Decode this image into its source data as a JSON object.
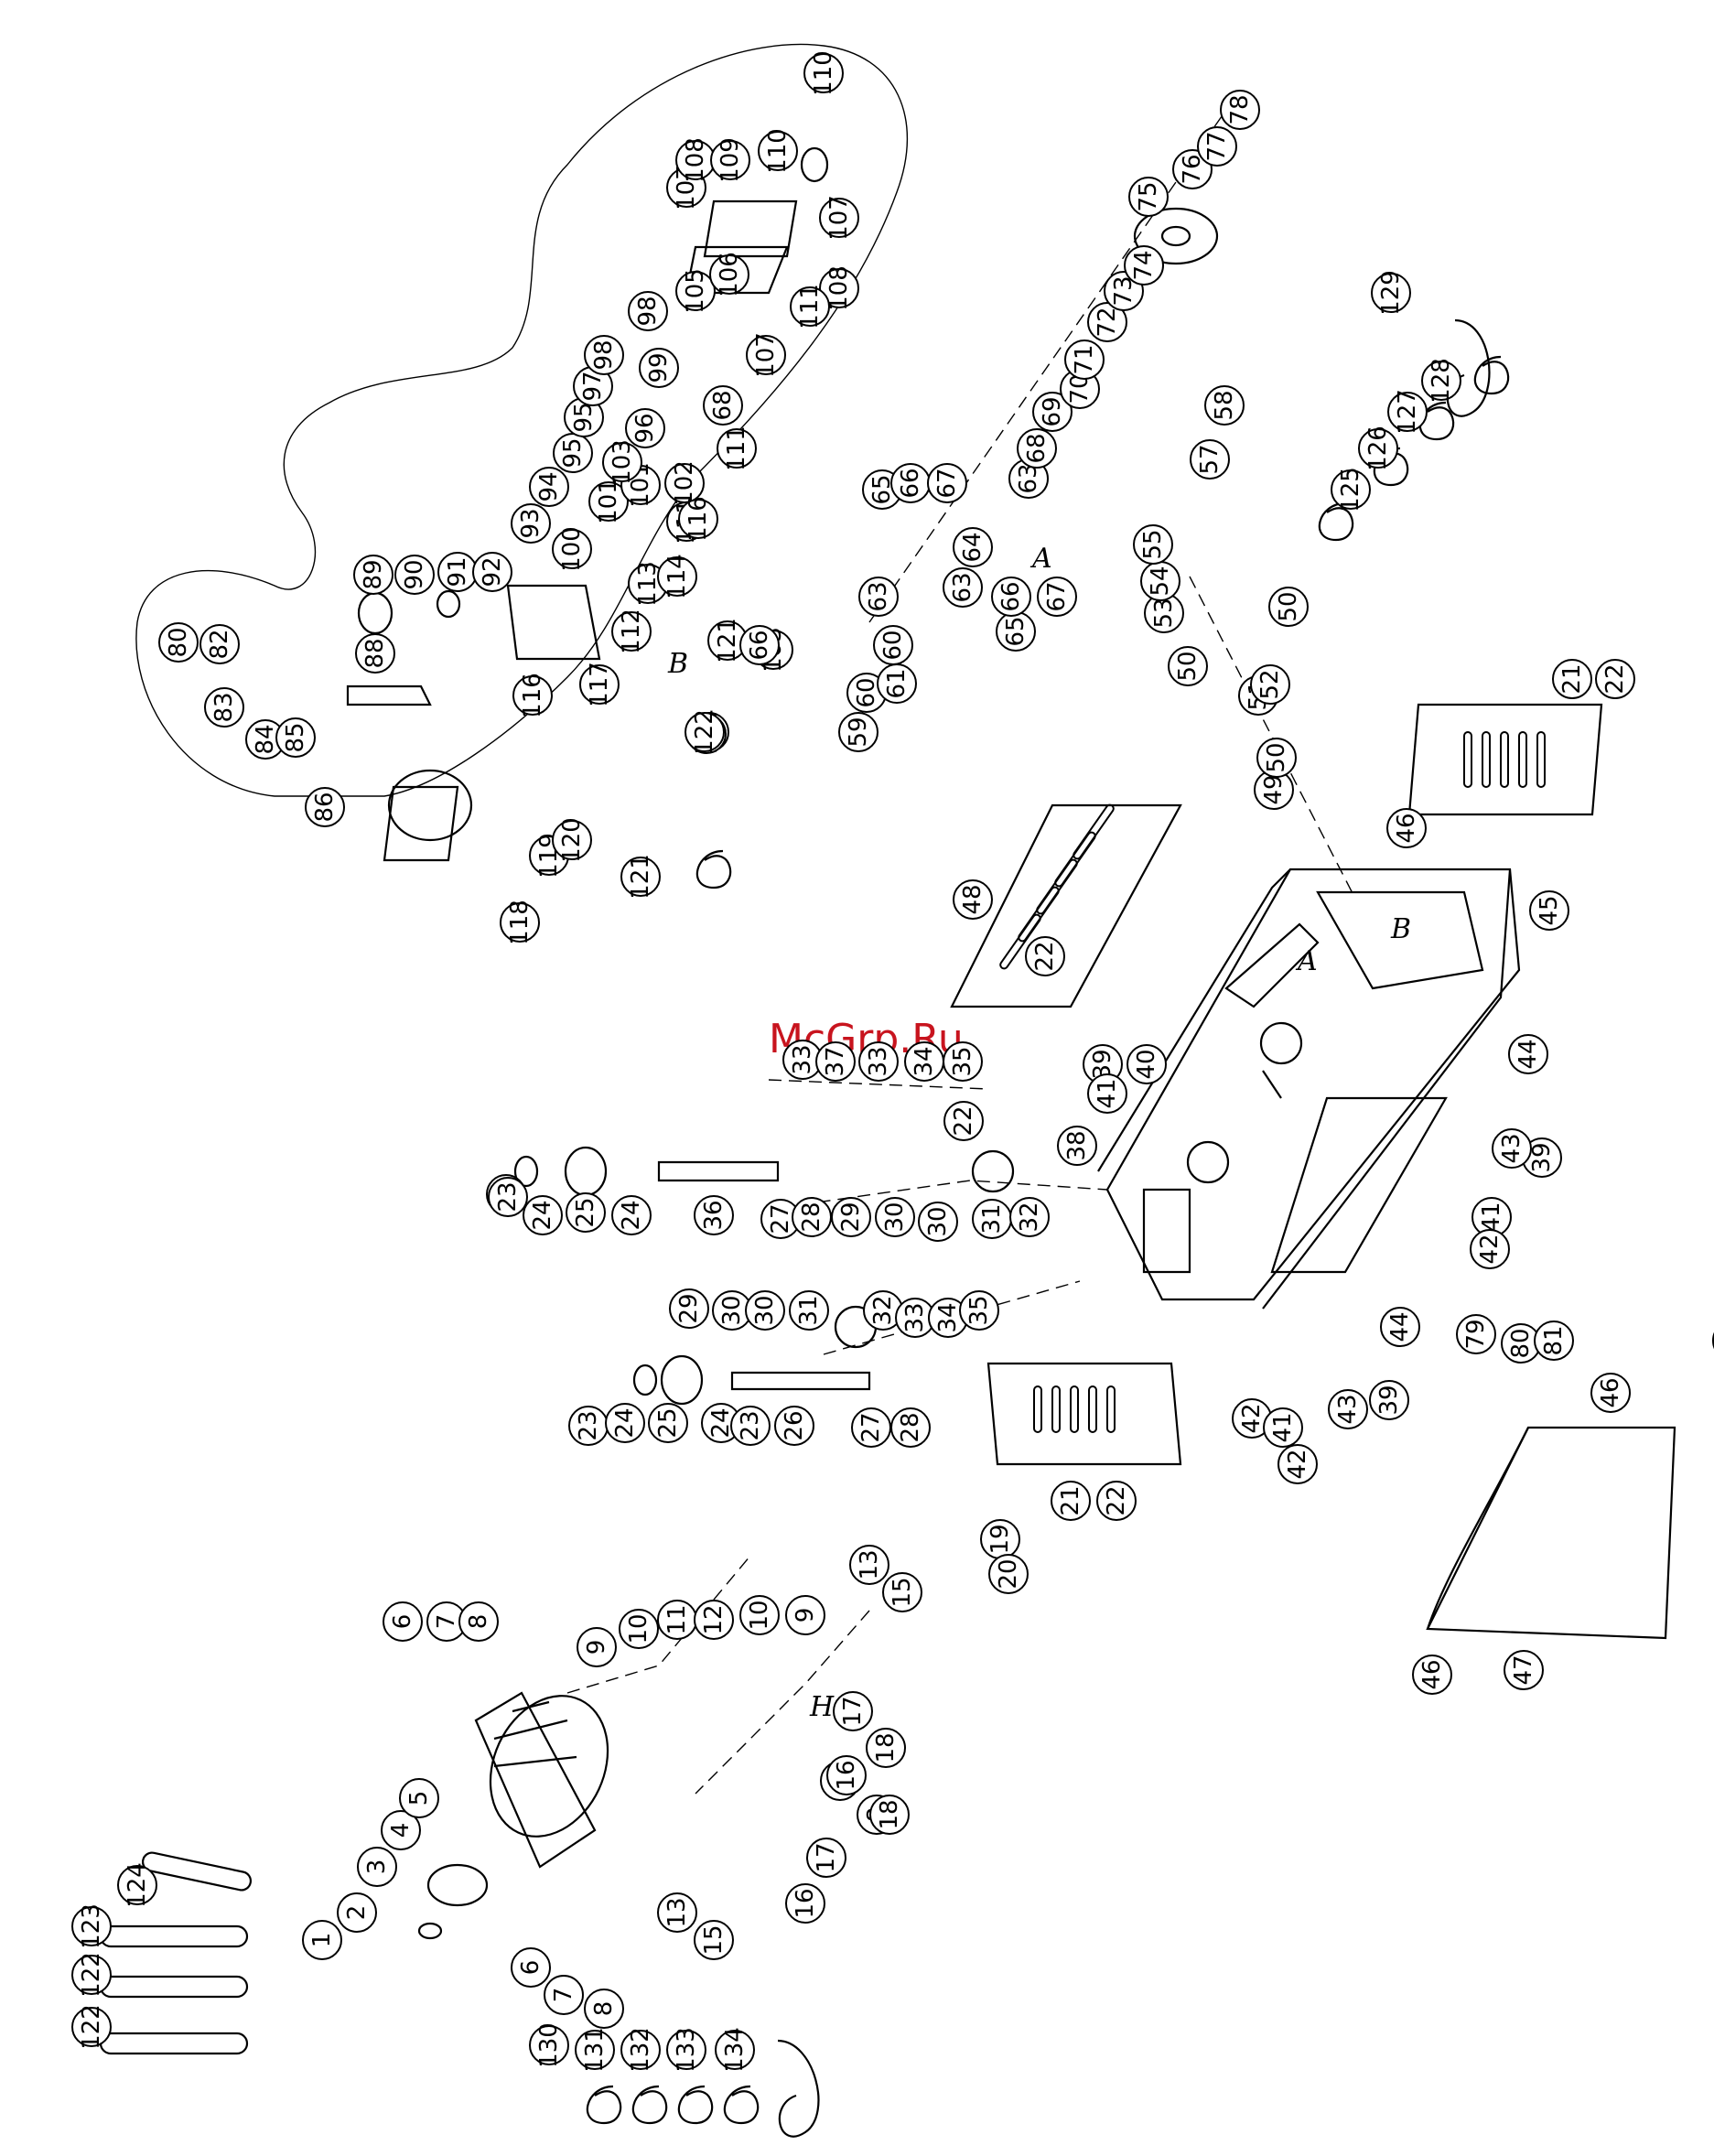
{
  "watermark": "McGrp.Ru",
  "view_letters": [
    "A",
    "A",
    "B",
    "B",
    "H"
  ],
  "callouts": [
    "1",
    "2",
    "3",
    "4",
    "5",
    "6",
    "7",
    "8",
    "6",
    "7",
    "8",
    "8",
    "8",
    "9",
    "10",
    "11",
    "12",
    "10",
    "9",
    "13",
    "15",
    "13",
    "15",
    "16",
    "17",
    "16",
    "17",
    "18",
    "18",
    "19",
    "20",
    "21",
    "22",
    "21",
    "22",
    "22",
    "22",
    "23",
    "24",
    "25",
    "24",
    "23",
    "36",
    "27",
    "28",
    "29",
    "30",
    "30",
    "31",
    "32",
    "23",
    "24",
    "25",
    "24",
    "23",
    "26",
    "27",
    "28",
    "29",
    "30",
    "30",
    "31",
    "32",
    "33",
    "34",
    "35",
    "33",
    "37",
    "33",
    "34",
    "35",
    "38",
    "39",
    "40",
    "39",
    "39",
    "41",
    "42",
    "41",
    "42",
    "41",
    "42",
    "43",
    "43",
    "44",
    "44",
    "45",
    "46",
    "46",
    "46",
    "47",
    "48",
    "49",
    "50",
    "50",
    "50",
    "51",
    "52",
    "53",
    "54",
    "55",
    "57",
    "58",
    "59",
    "60",
    "61",
    "60",
    "62",
    "63",
    "63",
    "63",
    "64",
    "65",
    "66",
    "67",
    "65",
    "66",
    "67",
    "68",
    "69",
    "70",
    "71",
    "72",
    "73",
    "74",
    "75",
    "76",
    "77",
    "78",
    "79",
    "80",
    "81",
    "80",
    "82",
    "83",
    "84",
    "85",
    "86",
    "88",
    "89",
    "90",
    "91",
    "92",
    "93",
    "94",
    "95",
    "95",
    "96",
    "97",
    "98",
    "98",
    "68",
    "99",
    "100",
    "101",
    "101",
    "102",
    "103",
    "103",
    "104",
    "105",
    "106",
    "107",
    "108",
    "109",
    "110",
    "110",
    "107",
    "107",
    "108",
    "111",
    "111",
    "111",
    "112",
    "113",
    "114",
    "116",
    "116",
    "117",
    "118",
    "119",
    "120",
    "121",
    "121",
    "66",
    "66",
    "122",
    "122",
    "122",
    "123",
    "124",
    "125",
    "126",
    "127",
    "128",
    "129",
    "130",
    "131",
    "132",
    "133",
    "134"
  ]
}
